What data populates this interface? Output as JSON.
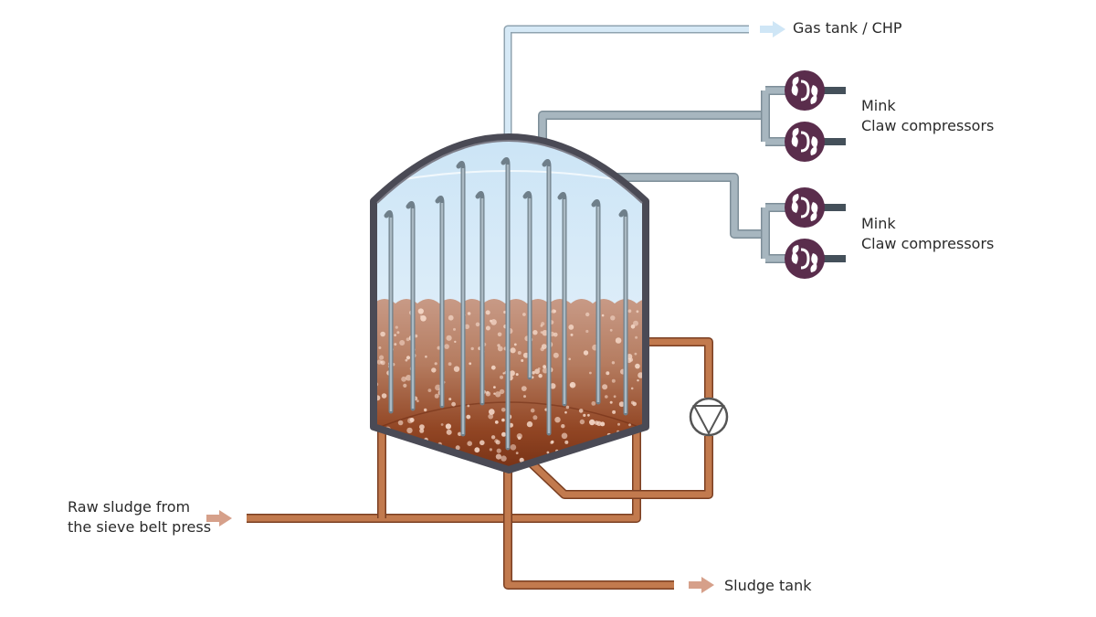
{
  "labels": {
    "gas_tank": "Gas tank / CHP",
    "compressors_top": {
      "line1": "Mink",
      "line2": "Claw compressors"
    },
    "compressors_bottom": {
      "line1": "Mink",
      "line2": "Claw compressors"
    },
    "raw_sludge": {
      "line1": "Raw sludge from",
      "line2": "the sieve belt press"
    },
    "sludge_tank": "Sludge tank"
  },
  "colors": {
    "gas_pipe": "#d6e9f6",
    "compressor_pipe": "#9aaab4",
    "sludge_pipe": "#b86e42",
    "compressor_body": "#5a2d4c",
    "sludge": "#7a3417",
    "flow_arrow": "#d6a08a"
  },
  "icons": {
    "compressor": "claw-compressor-icon",
    "pump": "circulation-pump-icon",
    "arrow": "flow-arrow-icon"
  }
}
